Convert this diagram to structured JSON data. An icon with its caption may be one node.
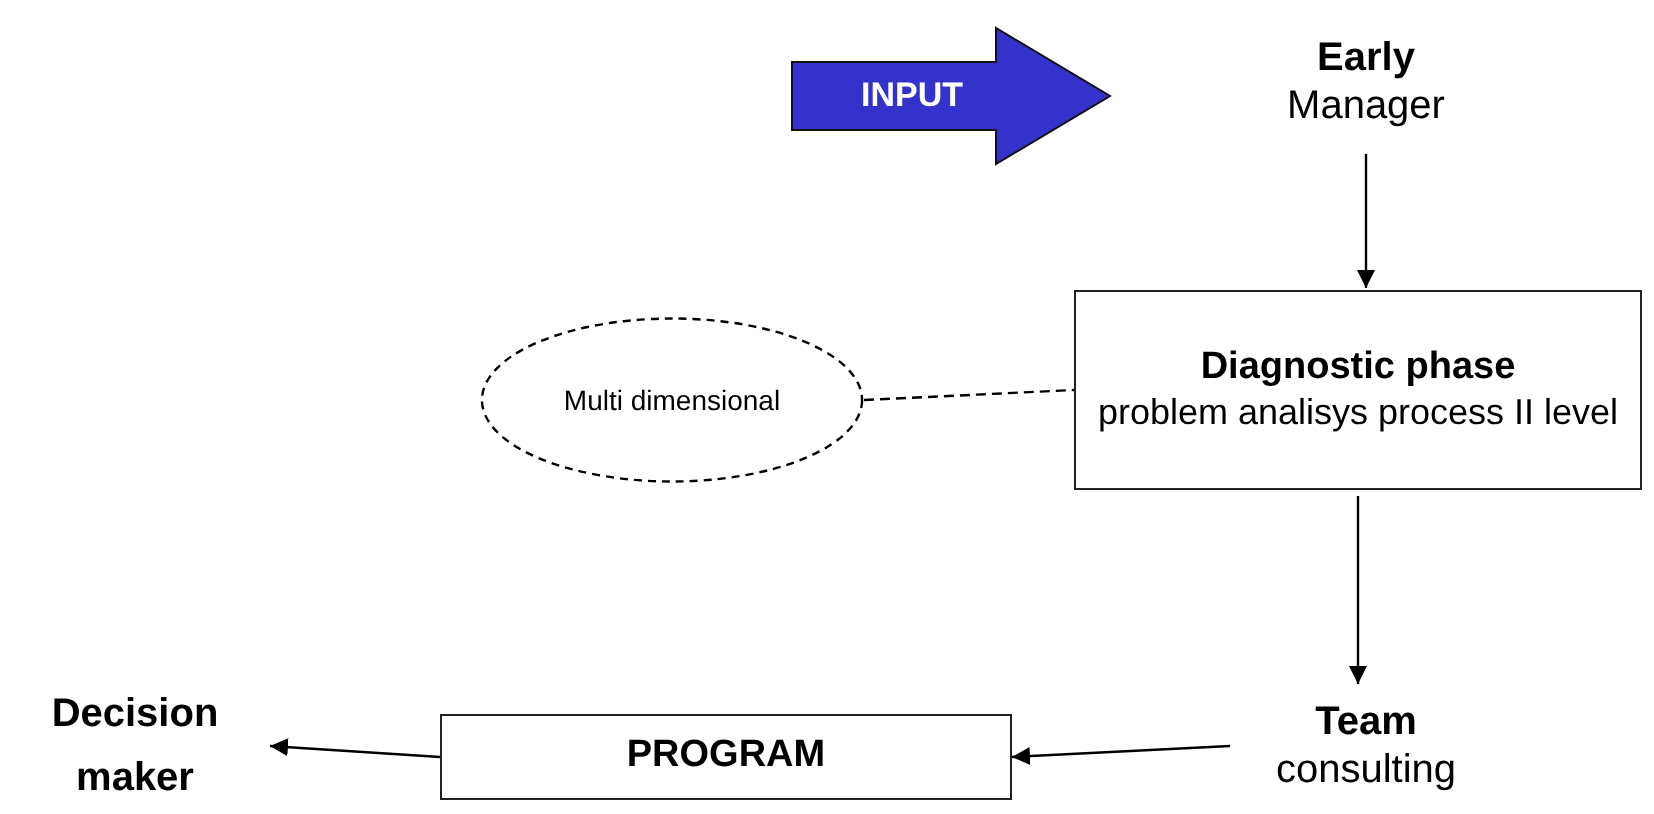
{
  "diagram": {
    "nodes": [
      {
        "text": [
          "INPUT"
        ]
      },
      {
        "text": [
          "Early",
          "Manager"
        ]
      },
      {
        "text": [
          "Diagnostic phase",
          "problem analisys process II level"
        ]
      },
      {
        "text": [
          "Multi dimensional"
        ]
      },
      {
        "text": [
          "Team",
          "consulting"
        ]
      },
      {
        "text": [
          "PROGRAM"
        ]
      },
      {
        "text": [
          "Decision maker"
        ]
      }
    ],
    "edges": [
      {
        "from": 1,
        "to": 2,
        "arrow": "to"
      },
      {
        "from": 3,
        "to": 2,
        "arrow": "none",
        "style": "dashed"
      },
      {
        "from": 2,
        "to": 4,
        "arrow": "to"
      },
      {
        "from": 4,
        "to": 5,
        "arrow": "to"
      },
      {
        "from": 5,
        "to": 6,
        "arrow": "to"
      }
    ]
  }
}
